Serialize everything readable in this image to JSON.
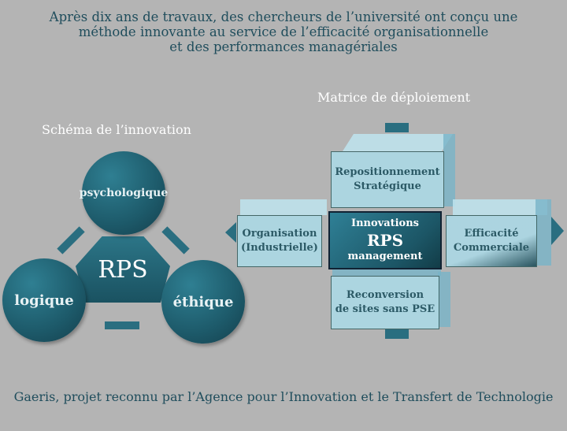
{
  "header": {
    "lines": [
      "Après dix ans de travaux, des chercheurs de l’université ont conçu une",
      "méthode innovante au service de l’efficacité organisationnelle",
      "et des performances managériales"
    ]
  },
  "left": {
    "title": "Schéma de l’innovation",
    "center": "RPS",
    "nodes": [
      "psychologique",
      "logique",
      "éthique"
    ]
  },
  "right": {
    "title": "Matrice de déploiement",
    "center": {
      "top": "Innovations",
      "main": "RPS",
      "bottom": "management"
    },
    "top": [
      "Repositionnement",
      "Stratégique"
    ],
    "left": [
      "Organisation",
      "(Industrielle)"
    ],
    "rightbox": [
      "Efficacité",
      "Commerciale"
    ],
    "bottom": [
      "Reconversion",
      "de sites sans PSE"
    ]
  },
  "footer": "Gaeris, projet reconnu par l’Agence pour l’Innovation et le Transfert de Technologie"
}
